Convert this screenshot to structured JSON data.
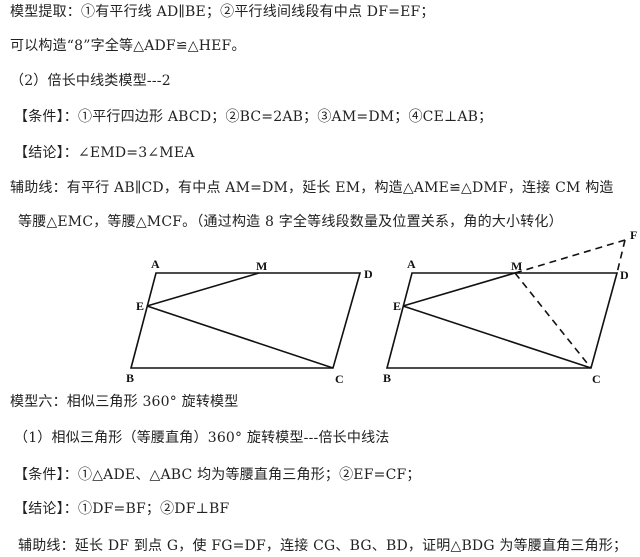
{
  "document": {
    "lines": [
      {
        "id": "model-extract",
        "text": "模型提取：①有平行线 AD∥BE；②平行线间线段有中点 DF=EF；"
      },
      {
        "id": "construct-8",
        "text": "可以构造“8”字全等△ADF≌△HEF。"
      },
      {
        "id": "section-2-title",
        "text": "（2）倍长中线类模型---2"
      },
      {
        "id": "conditions-1",
        "text": "【条件】：①平行四边形 ABCD；②BC=2AB；③AM=DM；④CE⊥AB；"
      },
      {
        "id": "conclusion-1",
        "text": "【结论】：∠EMD=3∠MEA"
      },
      {
        "id": "aux-line-1a",
        "text": "辅助线：有平行 AB∥CD，有中点 AM=DM，延长 EM，构造△AME≌△DMF，连接 CM 构造"
      },
      {
        "id": "aux-line-1b",
        "text": "等腰△EMC，等腰△MCF。（通过构造 8 字全等线段数量及位置关系，角的大小转化）"
      },
      {
        "id": "model-6-title",
        "text": "模型六：相似三角形 360° 旋转模型"
      },
      {
        "id": "section-1-title",
        "text": "（1）相似三角形（等腰直角）360° 旋转模型---倍长中线法"
      },
      {
        "id": "conditions-2",
        "text": "【条件】：①△ADE、△ABC 均为等腰直角三角形；②EF=CF；"
      },
      {
        "id": "conclusion-2",
        "text": "【结论】：①DF=BF；②DF⊥BF"
      },
      {
        "id": "aux-line-2",
        "text": "辅助线：延长 DF 到点 G，使 FG=DF，连接 CG、BG、BD，证明△BDG 为等腰直角三角形；"
      }
    ]
  },
  "figures": {
    "left": {
      "labels": {
        "A": "A",
        "M": "M",
        "D": "D",
        "E": "E",
        "B": "B",
        "C": "C"
      }
    },
    "right": {
      "labels": {
        "A": "A",
        "M": "M",
        "D": "D",
        "E": "E",
        "B": "B",
        "C": "C",
        "F": "F"
      }
    }
  }
}
